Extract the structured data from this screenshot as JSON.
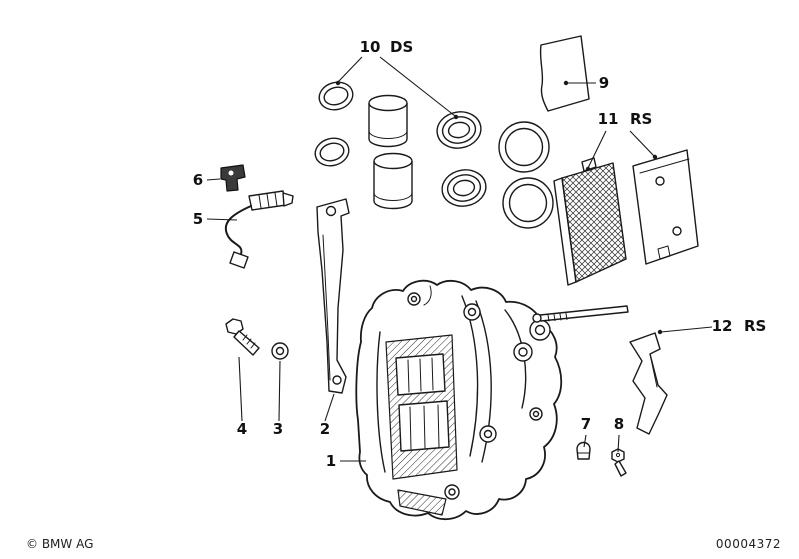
{
  "page": {
    "background_color": "#ffffff",
    "line_color": "#1a1a1a",
    "copyright": "© BMW AG",
    "drawing_number": "00004372"
  },
  "diagram": {
    "labels": [
      {
        "num": "1",
        "suffix": ""
      },
      {
        "num": "2",
        "suffix": ""
      },
      {
        "num": "3",
        "suffix": ""
      },
      {
        "num": "4",
        "suffix": ""
      },
      {
        "num": "5",
        "suffix": ""
      },
      {
        "num": "6",
        "suffix": ""
      },
      {
        "num": "7",
        "suffix": ""
      },
      {
        "num": "8",
        "suffix": ""
      },
      {
        "num": "9",
        "suffix": ""
      },
      {
        "num": "10",
        "suffix": "DS"
      },
      {
        "num": "11",
        "suffix": "RS"
      },
      {
        "num": "12",
        "suffix": "RS"
      }
    ]
  }
}
